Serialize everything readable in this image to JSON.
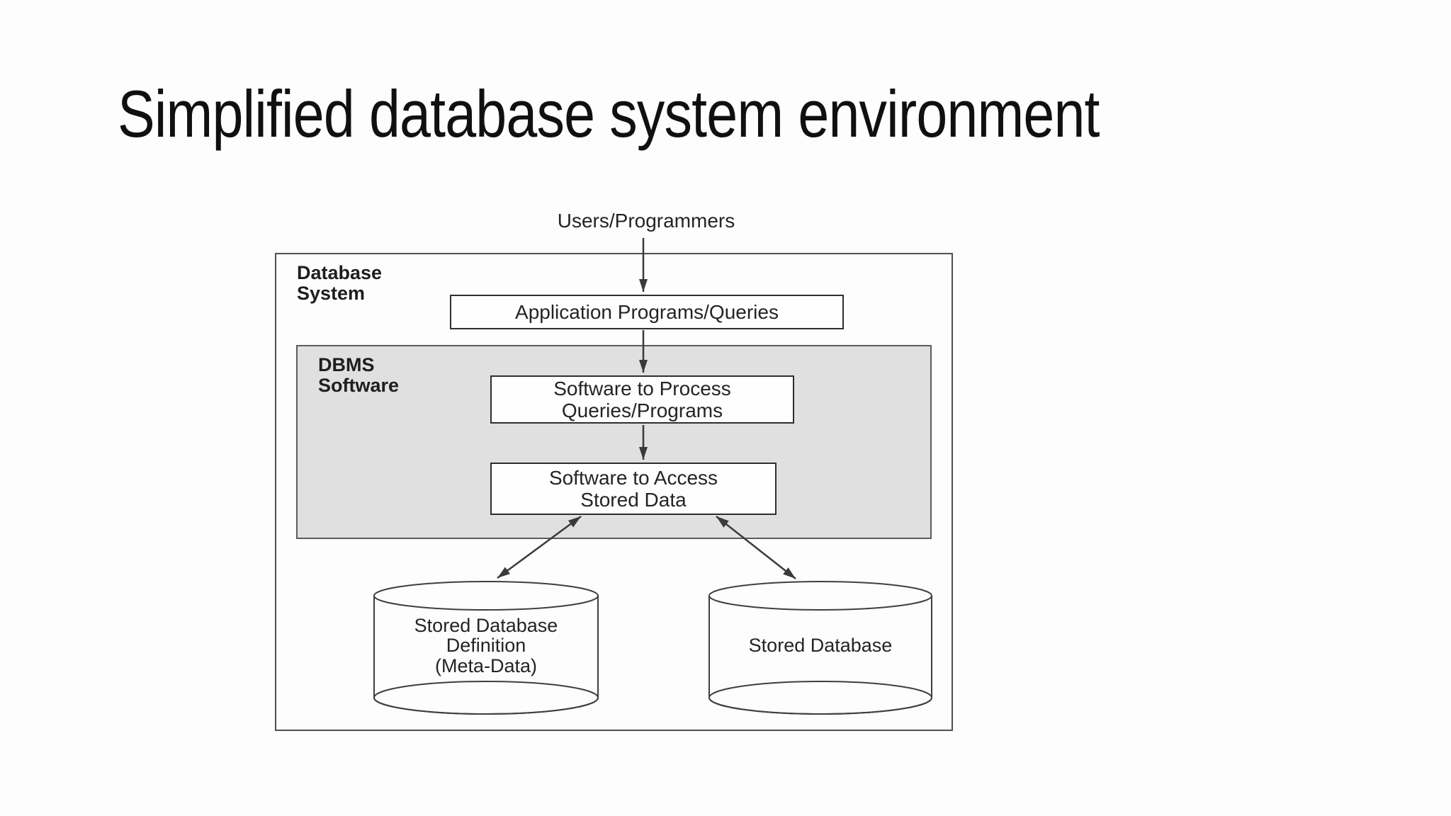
{
  "slide": {
    "title": "Simplified database system environment"
  },
  "diagram": {
    "users_label": "Users/Programmers",
    "outer_box_label": "Database\nSystem",
    "dbms_box_label": "DBMS\nSoftware",
    "app_box_label": "Application Programs/Queries",
    "process_box_label": "Software to Process\nQueries/Programs",
    "access_box_label": "Software to Access\nStored Data",
    "meta_cylinder_label": "Stored Database\nDefinition\n(Meta-Data)",
    "db_cylinder_label": "Stored Database",
    "colors": {
      "dbms_fill": "#e0e0e0",
      "line": "#3a3a3a",
      "text": "#242424",
      "background": "#fdfdfd"
    }
  }
}
